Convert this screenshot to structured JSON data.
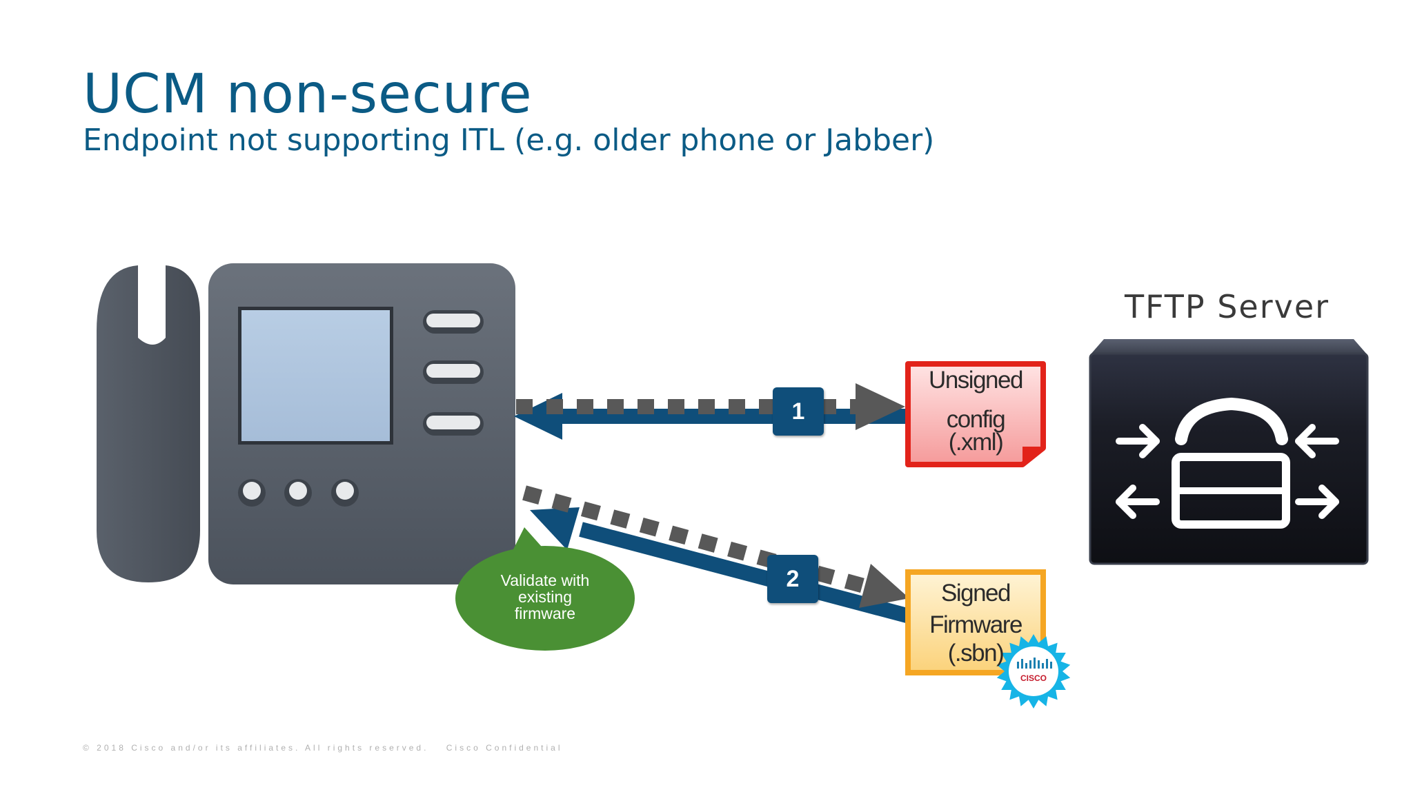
{
  "slide": {
    "title": "UCM non-secure",
    "subtitle": "Endpoint not supporting ITL (e.g. older phone or Jabber)"
  },
  "server": {
    "label": "TFTP Server"
  },
  "files": {
    "config": {
      "line1": "Unsigned",
      "line2": "config",
      "line3": "(.xml)",
      "border_color": "#e2231a"
    },
    "firmware": {
      "line1": "Signed",
      "line2": "Firmware",
      "line3": "(.sbn)",
      "border_color": "#f5a623"
    }
  },
  "steps": {
    "step1": "1",
    "step2": "2"
  },
  "bubble": {
    "line1": "Validate with",
    "line2": "existing",
    "line3": "firmware",
    "color": "#4a9034"
  },
  "seal": {
    "text": "CISCO"
  },
  "footer": {
    "copyright": "© 2018 Cisco and/or its affiliates. All rights reserved.",
    "confidential": "Cisco Confidential"
  },
  "colors": {
    "accent": "#0b5b85",
    "arrow": "#0f4e7a",
    "phone": "#555c66",
    "server": "#2a2d3a"
  }
}
